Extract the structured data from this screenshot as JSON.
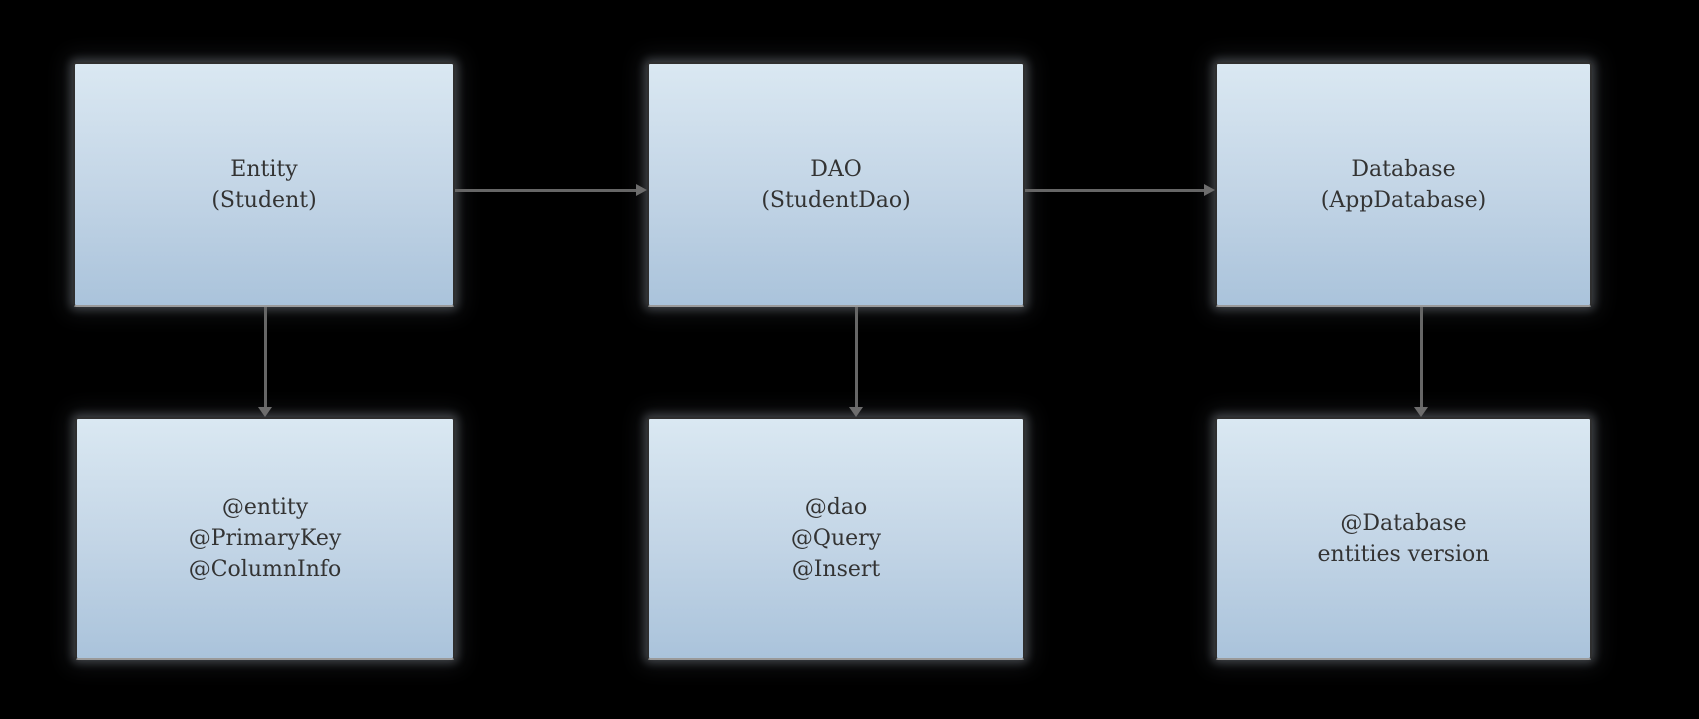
{
  "diagram": {
    "description": "Room database architecture diagram",
    "background_color": "#000000",
    "node_style": {
      "fill_top": "#dae8f2",
      "fill_bottom": "#aac3db",
      "border_color": "#2f2f2f",
      "text_color": "#333333"
    },
    "edge_color": "#666666",
    "nodes": {
      "entity": {
        "text": "Entity\n(Student)"
      },
      "dao": {
        "text": "DAO\n(StudentDao)"
      },
      "database": {
        "text": "Database\n(AppDatabase)"
      },
      "entity_annotations": {
        "text": "@entity\n@PrimaryKey\n@ColumnInfo"
      },
      "dao_annotations": {
        "text": "@dao\n@Query\n@Insert"
      },
      "database_annotations": {
        "text": "@Database\nentities version"
      }
    },
    "edges": [
      {
        "from": "entity",
        "to": "dao",
        "direction": "right"
      },
      {
        "from": "dao",
        "to": "database",
        "direction": "right"
      },
      {
        "from": "entity",
        "to": "entity_annotations",
        "direction": "down"
      },
      {
        "from": "dao",
        "to": "dao_annotations",
        "direction": "down"
      },
      {
        "from": "database",
        "to": "database_annotations",
        "direction": "down"
      }
    ]
  }
}
